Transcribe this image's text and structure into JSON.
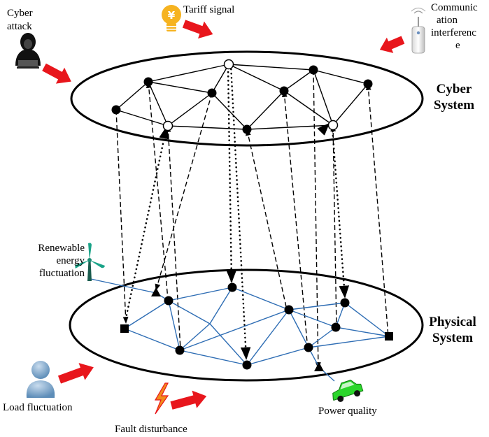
{
  "labels": {
    "cyber_attack": [
      "Cyber",
      "attack"
    ],
    "tariff_signal": "Tariff signal",
    "communication_interference": [
      "Communic",
      "ation",
      "interferenc",
      "e"
    ],
    "cyber_system": [
      "Cyber",
      "System"
    ],
    "renewable": [
      "Renewable",
      "energy",
      "fluctuation"
    ],
    "physical_system": [
      "Physical",
      "System"
    ],
    "load_fluctuation": "Load fluctuation",
    "fault_disturbance": "Fault disturbance",
    "power_quality": "Power quality"
  },
  "tariff_symbol": "¥",
  "colors": {
    "arrow_red": "#e8161c",
    "grid_blue": "#2e6db4",
    "bulb_yellow": "#f6b320",
    "car_green": "#2bd62b",
    "person_blue": "#7fa8cc",
    "bolt_orange": "#f28c1a",
    "bolt_red": "#e8161c"
  },
  "icons": [
    "hacker-icon",
    "lightbulb-icon",
    "router-icon",
    "wind-turbine-icon",
    "person-icon",
    "lightning-icon",
    "car-icon"
  ]
}
